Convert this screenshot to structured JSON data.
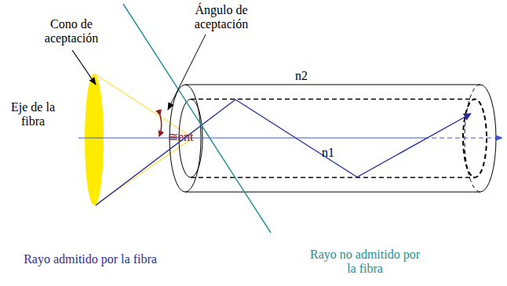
{
  "diagram": {
    "labels": [
      "Ángulo de aceptación",
      "Cono de aceptación",
      "Eje de la fibra",
      "≅ent",
      "n2",
      "n1",
      "Rayo admitido por la fibra",
      "Rayo no admitido por la fibra"
    ]
  }
}
